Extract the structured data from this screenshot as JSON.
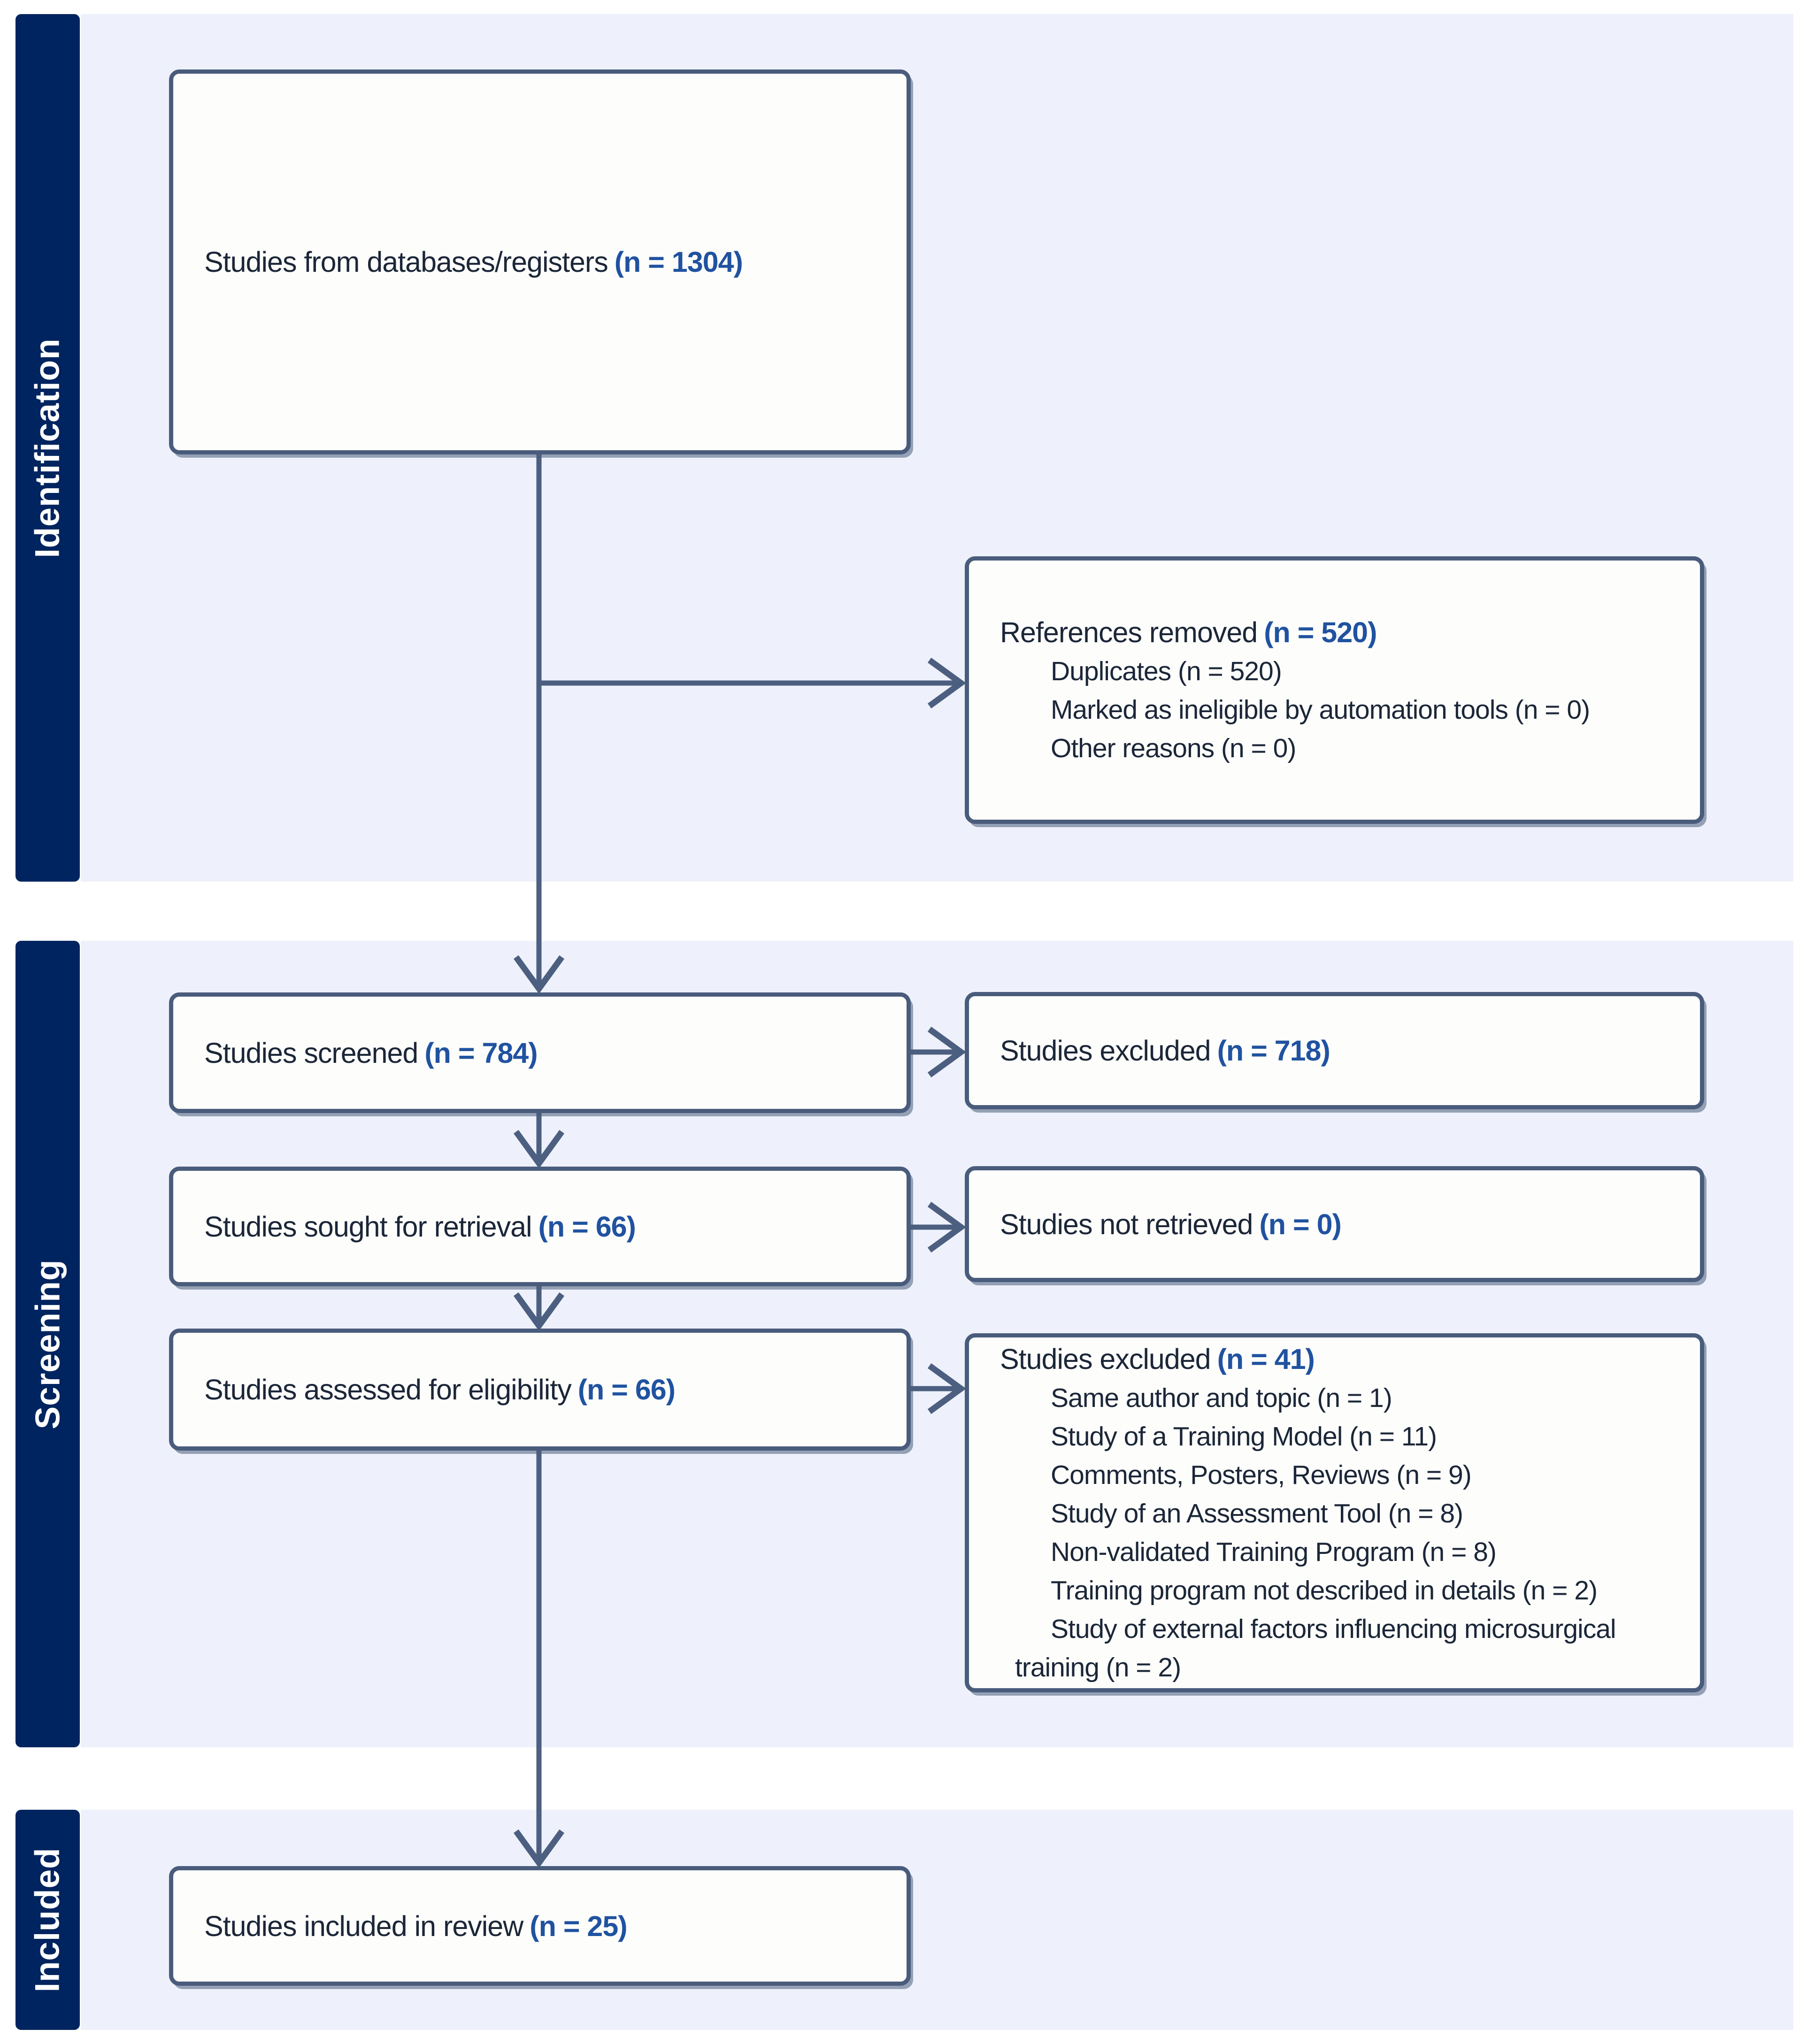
{
  "colors": {
    "sidebar_navy": "#00245f",
    "band_blue": "#eef1fb",
    "border_slate": "#4a5c7c",
    "box_fill": "#fdfdfb",
    "text_dark": "#1b2638",
    "count_blue": "#2052a0"
  },
  "sidebar": {
    "sections": [
      {
        "label": "Identification"
      },
      {
        "label": "Screening"
      },
      {
        "label": "Included"
      }
    ]
  },
  "boxes": {
    "databases": {
      "label": "Studies from databases/registers",
      "count": "(n = 1304)"
    },
    "references_removed": {
      "label": "References removed",
      "count": "(n = 520)",
      "items": [
        "Duplicates (n = 520)",
        "Marked as ineligible by automation tools (n = 0)",
        "Other reasons (n = 0)"
      ]
    },
    "screened": {
      "label": "Studies screened",
      "count": "(n = 784)"
    },
    "excluded_screening": {
      "label": "Studies excluded",
      "count": "(n = 718)"
    },
    "sought": {
      "label": "Studies sought for retrieval",
      "count": "(n = 66)"
    },
    "not_retrieved": {
      "label": "Studies not retrieved",
      "count": "(n = 0)"
    },
    "assessed": {
      "label": "Studies assessed for eligibility",
      "count": "(n = 66)"
    },
    "excluded_eligibility": {
      "label": "Studies excluded",
      "count": "(n = 41)",
      "items": [
        "Same author and topic (n = 1)",
        "Study of a Training Model (n = 11)",
        "Comments, Posters, Reviews (n = 9)",
        "Study of an Assessment Tool (n = 8)",
        "Non-validated Training Program (n = 8)",
        "Training program not described in details (n = 2)",
        "Study of external factors influencing microsurgical training (n = 2)"
      ]
    },
    "included": {
      "label": "Studies included in review",
      "count": "(n = 25)"
    }
  }
}
